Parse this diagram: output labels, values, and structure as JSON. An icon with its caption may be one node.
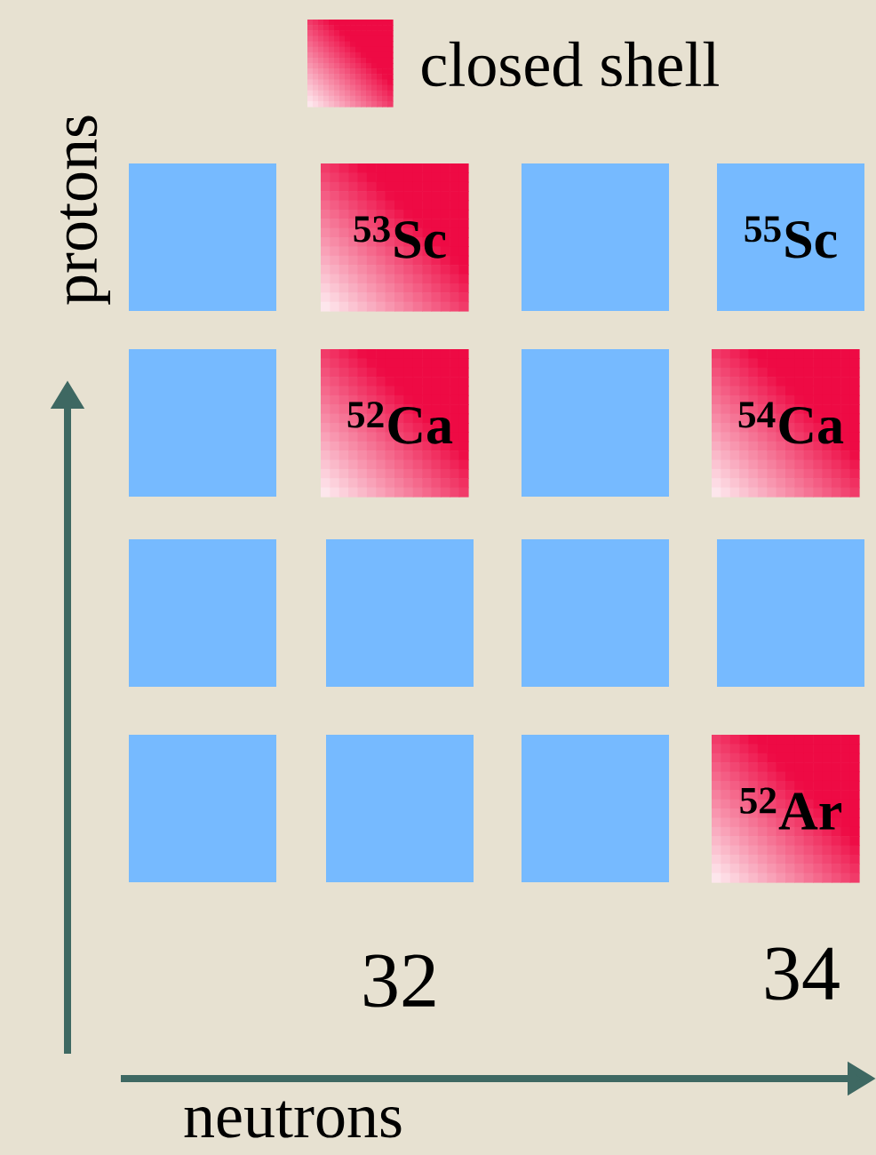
{
  "diagram": {
    "nodes": [
      {
        "text": [],
        "shape": "box"
      },
      {
        "text": [
          "$^{53}$Sc"
        ]
      },
      {
        "text": [],
        "shape": "box"
      },
      {
        "text": [
          "$^{55}$Sc"
        ]
      },
      {
        "text": [],
        "shape": "box"
      },
      {
        "text": [
          "$^{52}$Ca"
        ]
      },
      {
        "text": [],
        "shape": "box"
      },
      {
        "text": [
          "$^{54}$Ca"
        ]
      },
      {
        "text": [],
        "shape": "box"
      },
      {
        "text": [],
        "shape": "box"
      },
      {
        "text": [],
        "shape": "box"
      },
      {
        "text": [],
        "shape": "box"
      },
      {
        "text": [],
        "shape": "box"
      },
      {
        "text": [],
        "shape": "box"
      },
      {
        "text": [],
        "shape": "box"
      },
      {
        "text": [
          "$^{52}$Ar"
        ]
      }
    ],
    "labels": [
      "protons",
      "32",
      "34",
      "neutrons"
    ],
    "legend": [
      {
        "text": "closed shell",
        "color": "#ee0a44"
      }
    ]
  }
}
